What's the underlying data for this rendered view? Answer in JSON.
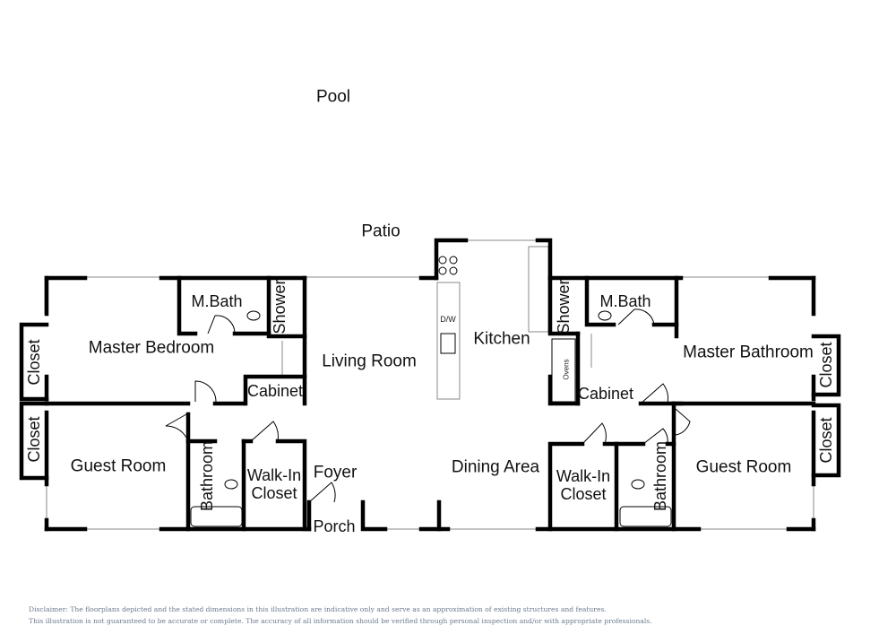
{
  "outdoor": {
    "pool": "Pool",
    "patio": "Patio"
  },
  "rooms": {
    "master_bedroom": "Master Bedroom",
    "master_bath_left": "M.Bath",
    "shower_left": "Shower",
    "closet_master_left": "Closet",
    "cabinet_left": "Cabinet",
    "living_room": "Living Room",
    "kitchen": "Kitchen",
    "dishwasher": "D/W",
    "shower_right": "Shower",
    "master_bath_right": "M.Bath",
    "ovens": "Ovens",
    "cabinet_right": "Cabinet",
    "master_bathroom": "Master Bathroom",
    "closet_master_right": "Closet",
    "closet_guest_left": "Closet",
    "guest_room_left": "Guest Room",
    "bathroom_left": "Bathroom",
    "walkin_left": "Walk-In Closet",
    "foyer": "Foyer",
    "porch": "Porch",
    "dining_area": "Dining Area",
    "walkin_right": "Walk-In Closet",
    "bathroom_right": "Bathroom",
    "guest_room_right": "Guest Room",
    "closet_guest_right": "Closet"
  },
  "disclaimer": {
    "line1": "Disclaimer: The floorplans depicted and the stated dimensions in this illustration are indicative only and serve as an approximation of existing structures and features.",
    "line2": "This illustration is not guaranteed to be accurate or complete. The accuracy of all information should be verified through personal inspection and/or with appropriate professionals."
  }
}
